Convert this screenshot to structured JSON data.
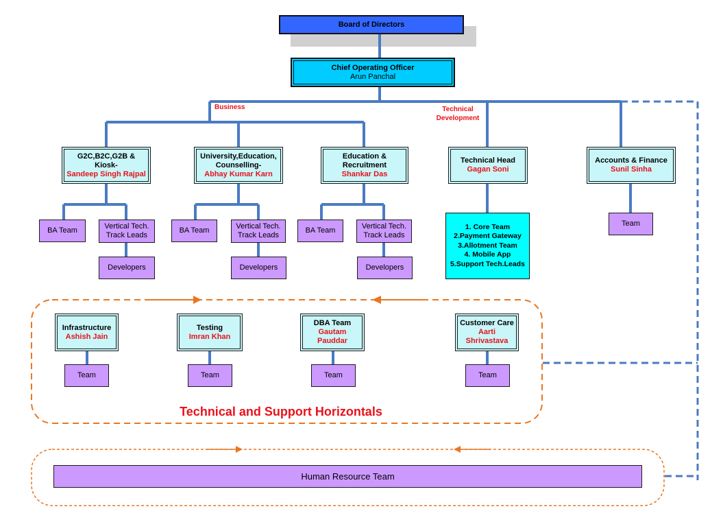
{
  "board": "Board of Directors",
  "coo": {
    "title": "Chief Operating Officer",
    "name": "Arun Panchal"
  },
  "labels": {
    "business": "Business",
    "technical_development": "Technical\nDevelopment"
  },
  "departments": [
    {
      "title": "G2C,B2C,G2B &\nKiosk-",
      "name": "Sandeep Singh Rajpal",
      "ba": "BA Team",
      "vertical": "Vertical Tech.\nTrack Leads",
      "devs": "Developers"
    },
    {
      "title": "University,Education,\nCounselling-",
      "name": "Abhay Kumar Karn",
      "ba": "BA Team",
      "vertical": "Vertical Tech.\nTrack Leads",
      "devs": "Developers"
    },
    {
      "title": "Education &\nRecruitment",
      "name": "Shankar Das",
      "ba": "BA Team",
      "vertical": "Vertical Tech.\nTrack Leads",
      "devs": "Developers"
    }
  ],
  "technical_head": {
    "title": "Technical Head",
    "name": "Gagan Soni",
    "teams": "1. Core Team\n2.Payment Gateway\n3.Allotment Team\n4. Mobile App\n5.Support Tech.Leads"
  },
  "accounts": {
    "title": "Accounts & Finance",
    "name": "Sunil Sinha",
    "team": "Team"
  },
  "horizontals": [
    {
      "title": "Infrastructure",
      "name": "Ashish Jain",
      "team": "Team"
    },
    {
      "title": "Testing",
      "name": "Imran Khan",
      "team": "Team"
    },
    {
      "title": "DBA Team",
      "name": "Gautam\nPauddar",
      "team": "Team"
    },
    {
      "title": "Customer Care",
      "name": "Aarti\nShrivastava",
      "team": "Team"
    }
  ],
  "horizontals_label": "Technical and Support Horizontals",
  "hr_team": "Human Resource Team",
  "colors": {
    "connector": "#4a7bc2",
    "dashed_orange": "#e87722",
    "cyan": "#c9f6f8",
    "purple": "#cc99ff",
    "board": "#3366ff",
    "coo": "#00ccff",
    "red": "#e8121c"
  }
}
